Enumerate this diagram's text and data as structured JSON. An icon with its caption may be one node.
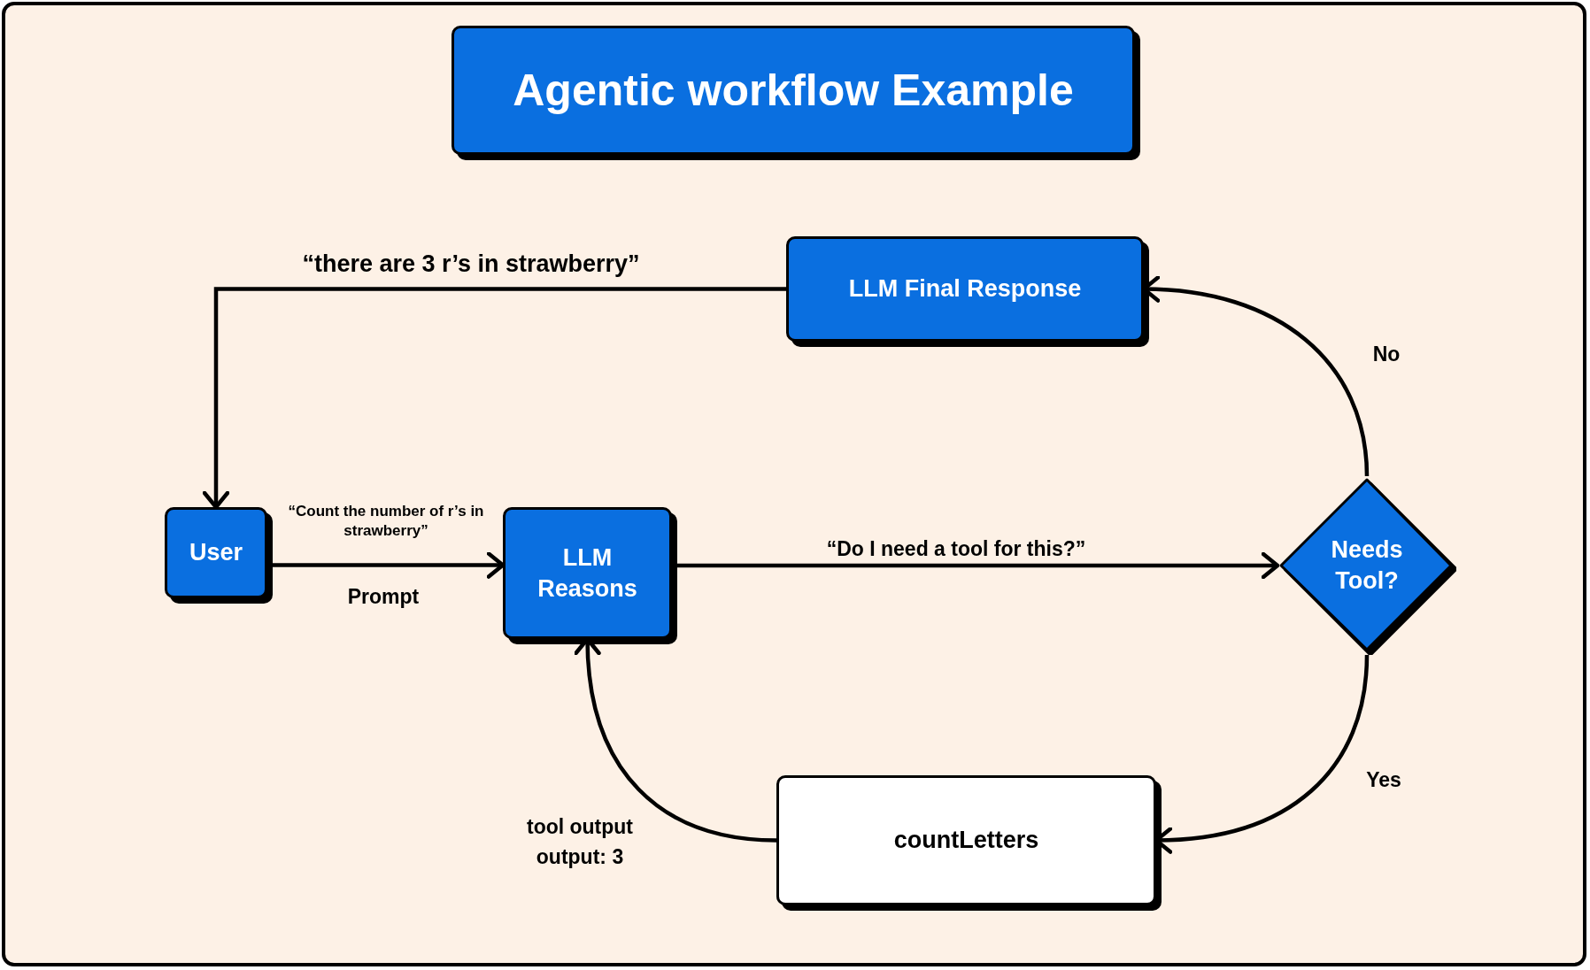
{
  "diagram": {
    "title": "Agentic workflow Example",
    "nodes": [
      {
        "text": [
          "LLM Final Response"
        ]
      },
      {
        "text": [
          "User"
        ]
      },
      {
        "text": [
          "LLM Reasons"
        ]
      },
      {
        "text": [
          "Needs Tool?"
        ]
      },
      {
        "text": [
          "countLetters"
        ]
      }
    ],
    "edges": [
      {
        "from": 1,
        "to": 2,
        "arrow": "to",
        "label": "“Count the number of r’s in strawberry”"
      },
      {
        "from": 2,
        "to": 3,
        "arrow": "to",
        "label": "“Do I need a tool for this?”"
      },
      {
        "from": 3,
        "to": 0,
        "arrow": "to",
        "label": "No"
      },
      {
        "from": 3,
        "to": 4,
        "arrow": "to",
        "label": "Yes"
      },
      {
        "from": 4,
        "to": 2,
        "arrow": "to",
        "label": "tool output output: 3"
      },
      {
        "from": 0,
        "to": 1,
        "arrow": "to",
        "label": "“there are 3 r’s in strawberry”"
      }
    ],
    "labels": [
      "Prompt"
    ]
  }
}
